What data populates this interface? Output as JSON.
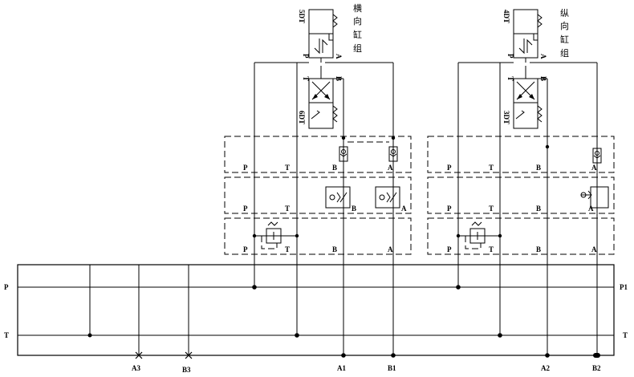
{
  "groups": {
    "transverse": {
      "title_chars": [
        "横",
        "向",
        "缸",
        "组"
      ],
      "solenoid_top": "5DT",
      "solenoid_bottom": "6DT"
    },
    "longitudinal": {
      "title_chars": [
        "纵",
        "向",
        "缸",
        "组"
      ],
      "solenoid_top": "4DT",
      "solenoid_bottom": "3DT"
    }
  },
  "valve_ports": {
    "p": "P",
    "a": "A",
    "t": "T",
    "b": "B"
  },
  "block_ports": {
    "p": "P",
    "t": "T",
    "b": "B",
    "a": "A"
  },
  "manifold": {
    "left_p": "P",
    "left_t": "T",
    "right_p": "P1",
    "right_t": "T",
    "outlets": [
      "A3",
      "B3",
      "A1",
      "B1",
      "A2",
      "B2"
    ]
  }
}
